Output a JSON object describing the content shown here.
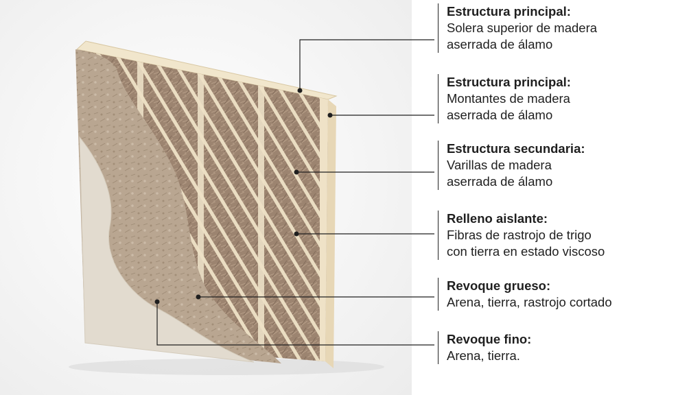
{
  "layers": [
    {
      "title": "Estructura principal:",
      "desc": [
        "Solera superior de madera",
        "aserrada de álamo"
      ]
    },
    {
      "title": "Estructura principal:",
      "desc": [
        "Montantes de madera",
        "aserrada de álamo"
      ]
    },
    {
      "title": "Estructura secundaria:",
      "desc": [
        "Varillas de madera",
        "aserrada de álamo"
      ]
    },
    {
      "title": "Relleno aislante:",
      "desc": [
        "Fibras de rastrojo de trigo",
        "con tierra en estado viscoso"
      ]
    },
    {
      "title": "Revoque grueso:",
      "desc": [
        "Arena, tierra, rastrojo cortado"
      ]
    },
    {
      "title": "Revoque fino:",
      "desc": [
        "Arena, tierra."
      ]
    }
  ],
  "colors": {
    "wood": "#efe2c7",
    "fill": "#a08770",
    "coarse_plaster": "#bcaa94",
    "fine_plaster": "#e0d9cc",
    "leader": "#1f1f1f"
  }
}
